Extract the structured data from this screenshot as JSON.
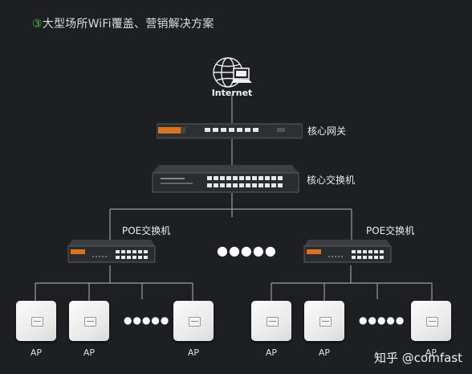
{
  "title": {
    "number": "③",
    "text": "大型场所WiFi覆盖、营销解决方案"
  },
  "nodes": {
    "internet": "Internet",
    "core_gateway": "核心网关",
    "core_switch": "核心交换机",
    "poe_switch_left": "POE交换机",
    "poe_switch_right": "POE交换机",
    "ap_label": "AP"
  },
  "ellipsis": "●●●●●",
  "watermark": "知乎 @comfast",
  "colors": {
    "background": "#1d1f22",
    "line": "#9c9c9c",
    "accent_green": "#4bbf3a",
    "device_orange": "#d9751f"
  },
  "icons": [
    "globe-icon",
    "laptop-icon",
    "router-device",
    "switch-device",
    "poe-switch-device",
    "access-point-device"
  ]
}
